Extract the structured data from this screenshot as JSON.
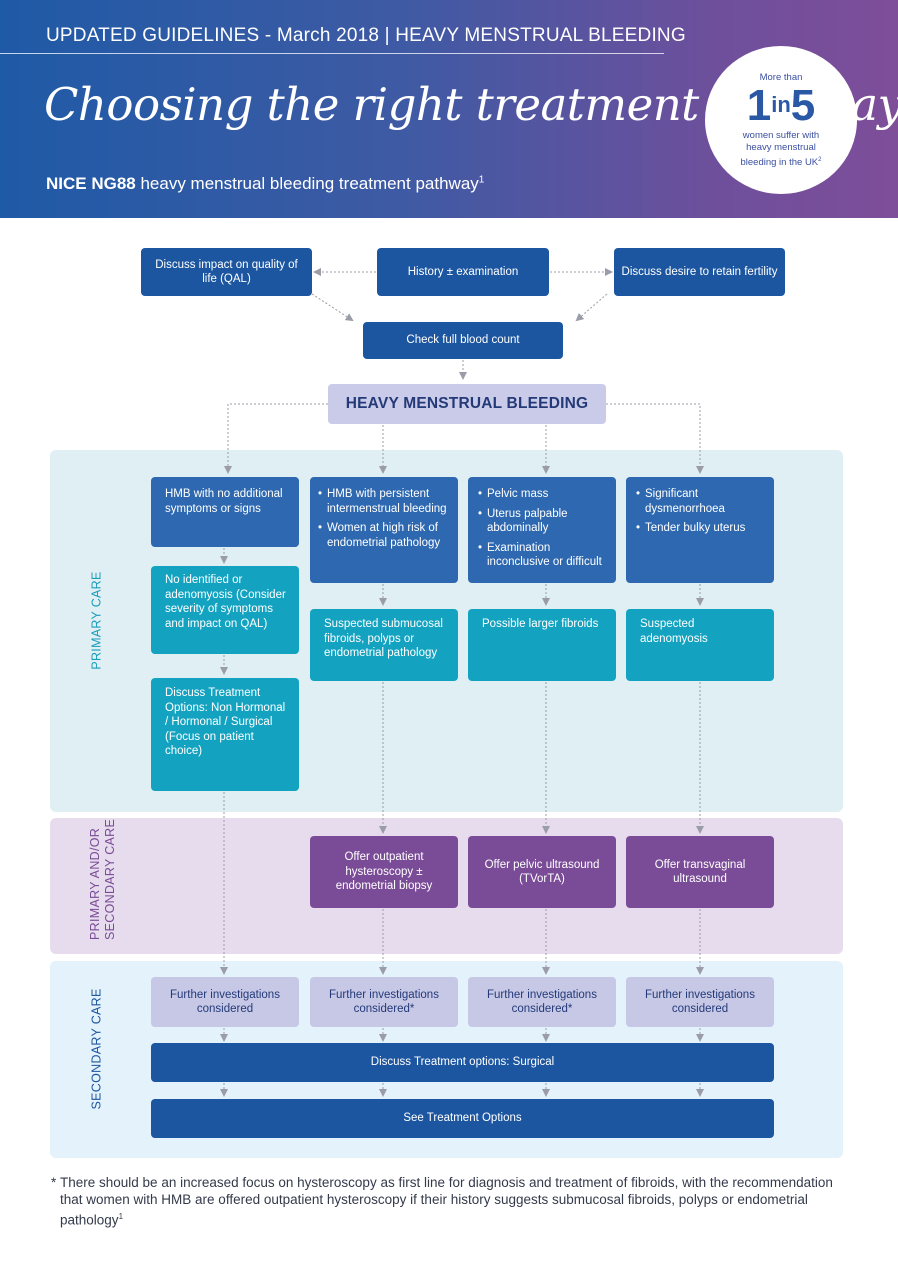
{
  "header": {
    "top_line": "UPDATED GUIDELINES - March 2018  |  HEAVY MENSTRUAL BLEEDING",
    "title": "Choosing the right treatment pathway",
    "subtitle_bold": "NICE NG88",
    "subtitle_rest": " heavy menstrual bleeding treatment pathway",
    "subtitle_ref": "1"
  },
  "badge": {
    "more_than": "More than",
    "num1": "1",
    "in": "in",
    "num2": "5",
    "line1": "women suffer with",
    "line2": "heavy menstrual",
    "line3": "bleeding in the UK",
    "ref": "2"
  },
  "top": {
    "qal": "Discuss impact on quality of life (QAL)",
    "history": "History ± examination",
    "fertility": "Discuss desire to retain fertility",
    "fbc": "Check full blood count",
    "hmb": "HEAVY MENSTRUAL BLEEDING"
  },
  "bands": {
    "primary": "PRIMARY CARE",
    "mixed_line1": "PRIMARY AND/OR",
    "mixed_line2": "SECONDARY CARE",
    "secondary": "SECONDARY CARE"
  },
  "col1": {
    "symptoms": "HMB with no additional symptoms or signs",
    "finding": "No identified or adenomyosis (Consider severity of symptoms and impact on QAL)",
    "treatment": "Discuss Treatment Options: Non Hormonal / Hormonal / Surgical (Focus on patient choice)"
  },
  "col2": {
    "bullets": [
      "HMB with persistent intermenstrual bleeding",
      "Women at high risk of endometrial pathology"
    ],
    "finding": "Suspected submucosal fibroids, polyps or endometrial pathology",
    "offer": "Offer outpatient hysteroscopy ± endometrial biopsy"
  },
  "col3": {
    "bullets": [
      "Pelvic mass",
      "Uterus palpable abdominally",
      "Examination inconclusive or difficult"
    ],
    "finding": "Possible larger fibroids",
    "offer": "Offer pelvic ultrasound (TVorTA)"
  },
  "col4": {
    "bullets": [
      "Significant dysmenorrhoea",
      "Tender bulky uterus"
    ],
    "finding": "Suspected adenomyosis",
    "offer": "Offer transvaginal ultrasound"
  },
  "secondary": {
    "further1": "Further investigations considered",
    "further2": "Further investigations considered*",
    "further3": "Further investigations considered*",
    "further4": "Further investigations considered",
    "surgical": "Discuss Treatment options: Surgical",
    "see": "See Treatment Options"
  },
  "footnote": {
    "star": "*",
    "text": "There should be an increased focus on hysteroscopy as first line for diagnosis and treatment of fibroids, with the recommendation that women with HMB are offered outpatient hysteroscopy if their history suggests submucosal fibroids, polyps or endometrial pathology",
    "ref": "1"
  },
  "colors": {
    "header_start": "#1f5aa6",
    "header_end": "#7e4e99",
    "dark_blue": "#1c56a0",
    "teal": "#13a3c1",
    "purple": "#7a4b96",
    "lavender": "#c6c8e6"
  }
}
